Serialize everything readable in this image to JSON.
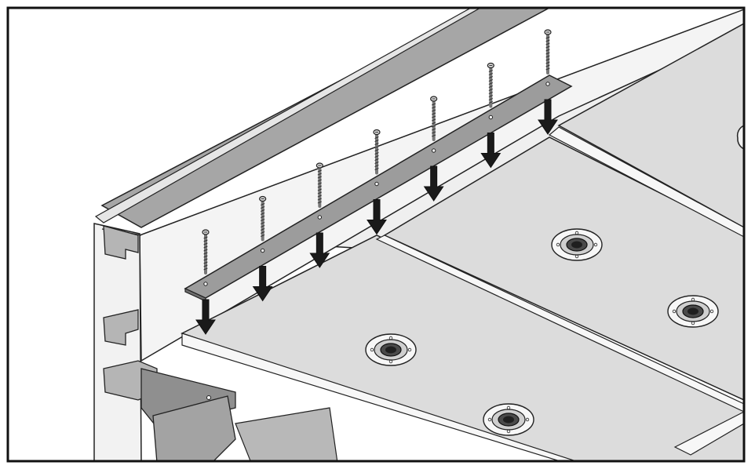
{
  "illustration": {
    "subject": "",
    "colors": {
      "background": "#ffffff",
      "frame": "#111111",
      "board": "#dcdcdc",
      "board_edge": "#f4f4f4",
      "wall": "#f2f2f2",
      "metal": "#9a9a9a",
      "metal_dark": "#6e6e6e",
      "arrow": "#1a1a1a",
      "screw": "#8a8a8a"
    },
    "screw_count": 7,
    "arrow_count": 7,
    "anchor_count": 4
  }
}
